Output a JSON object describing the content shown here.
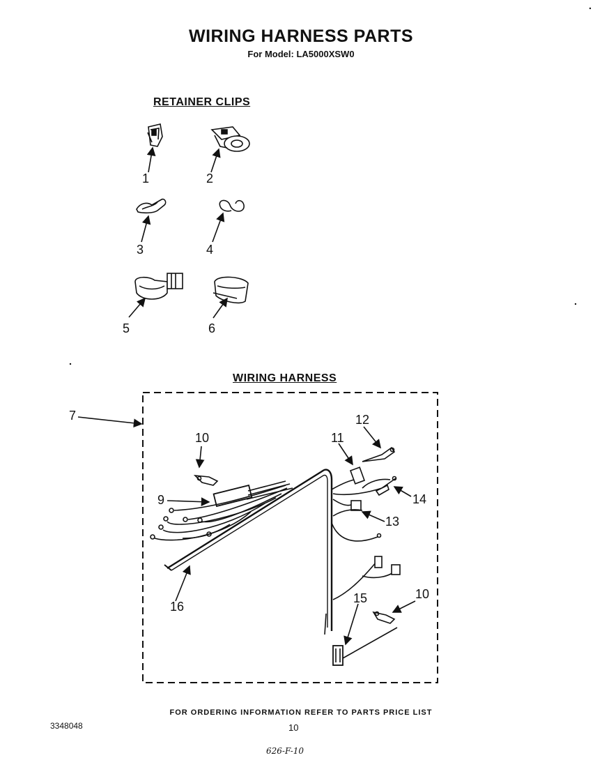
{
  "header": {
    "title": "WIRING HARNESS PARTS",
    "subtitle": "For Model: LA5000XSW0"
  },
  "sections": {
    "retainer_clips": "RETAINER CLIPS",
    "wiring_harness": "WIRING HARNESS"
  },
  "callouts": {
    "c1": "1",
    "c2": "2",
    "c3": "3",
    "c4": "4",
    "c5": "5",
    "c6": "6",
    "c7": "7",
    "c9": "9",
    "c10a": "10",
    "c10b": "10",
    "c11": "11",
    "c12": "12",
    "c13": "13",
    "c14": "14",
    "c15": "15",
    "c16": "16"
  },
  "footer": {
    "ordering_note": "FOR ORDERING INFORMATION REFER TO PARTS PRICE LIST",
    "document_number": "3348048",
    "page_number": "10",
    "handwritten_code": "626-F-10"
  },
  "colors": {
    "ink": "#111111",
    "paper": "#ffffff"
  }
}
